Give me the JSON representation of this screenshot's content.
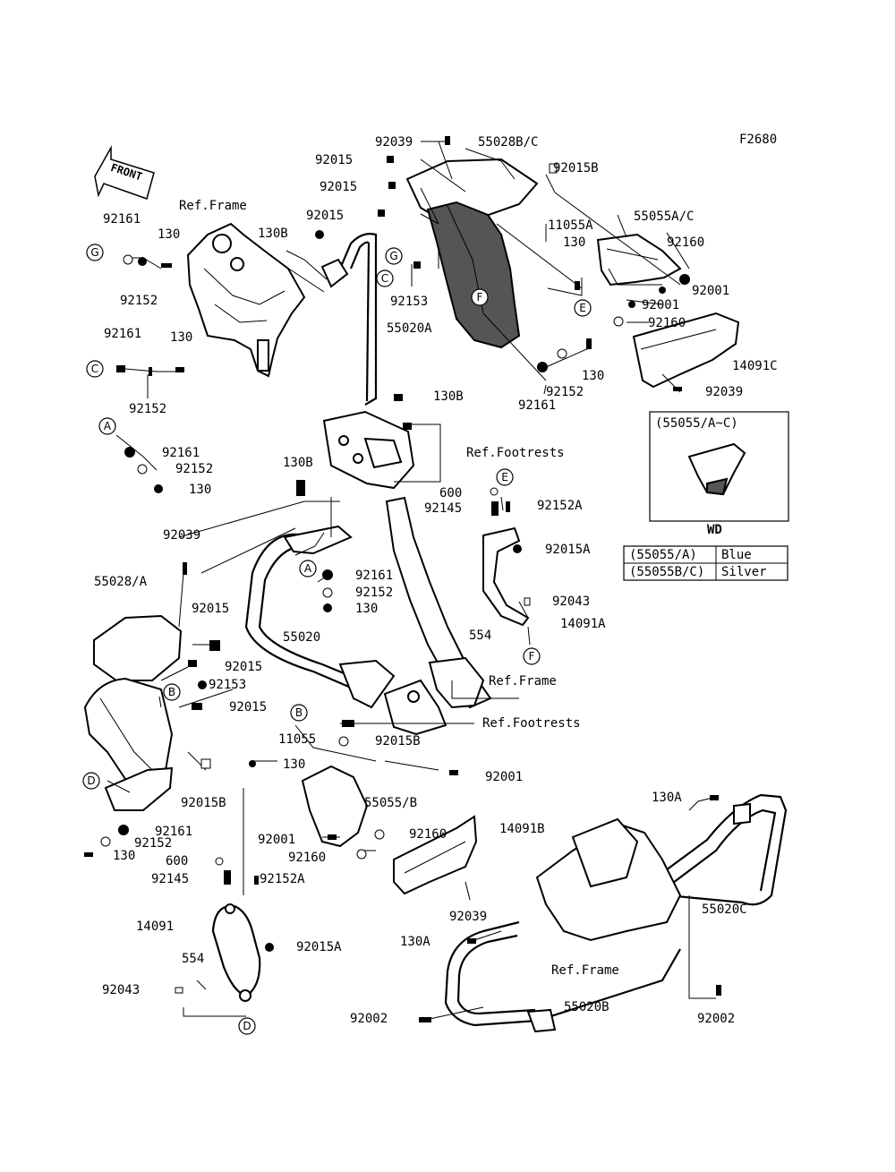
{
  "figure_code": "F2680",
  "front_marker": "FRONT",
  "ref_labels": {
    "frame1": "Ref.Frame",
    "frame2": "Ref.Frame",
    "frame3": "Ref.Frame",
    "footrests1": "Ref.Footrests",
    "footrests2": "Ref.Footrests"
  },
  "inset": {
    "title": "(55055/A~C)",
    "caption": "WD"
  },
  "color_table": [
    {
      "part": "(55055/A)",
      "color": "Blue"
    },
    {
      "part": "(55055B/C)",
      "color": "Silver"
    }
  ],
  "callouts": [
    "A",
    "B",
    "C",
    "D",
    "E",
    "F",
    "G"
  ],
  "part_numbers": {
    "p92039_top": "92039",
    "p55028bc": "55028B/C",
    "p92015_a": "92015",
    "p92015b_top": "92015B",
    "p92015_b": "92015",
    "p92015_c": "92015",
    "p11055a": "11055A",
    "p55055ac": "55055A/C",
    "p130b_top": "130B",
    "p92161_g": "92161",
    "p130_g": "130",
    "p92152_g": "92152",
    "p130_r": "130",
    "p92160_top": "92160",
    "p92153_top": "92153",
    "p92001_a": "92001",
    "p92001_b": "92001",
    "p92160_b": "92160",
    "p55020a": "55020A",
    "p14091c": "14091C",
    "p92161_c": "92161",
    "p130_c": "130",
    "p92152_c": "92152",
    "p130_r2": "130",
    "p92152_r": "92152",
    "p92161_r": "92161",
    "p92039_r": "92039",
    "p130b_mid": "130B",
    "p92161_a": "92161",
    "p92152_a": "92152",
    "p130_a": "130",
    "p130b_low": "130B",
    "p600_top": "600",
    "p92145_top": "92145",
    "p92152a_top": "92152A",
    "p92039_left": "92039",
    "p92015a_top": "92015A",
    "p92161_m": "92161",
    "p92152_m": "92152",
    "p130_m": "130",
    "p55028a": "55028/A",
    "p92043_top": "92043",
    "p14091a": "14091A",
    "p554_top": "554",
    "p92015_d": "92015",
    "p55020": "55020",
    "p92015_e": "92015",
    "p92153_b": "92153",
    "p92015_f": "92015",
    "p11055": "11055",
    "p92015b_mid": "92015B",
    "p130_n": "130",
    "p92001_c": "92001",
    "p92015b_low": "92015B",
    "p55055b": "55055/B",
    "p130a_right": "130A",
    "p92161_d": "92161",
    "p14091b": "14091B",
    "p92152_d": "92152",
    "p130_d": "130",
    "p92001_d": "92001",
    "p92160_c": "92160",
    "p600_low": "600",
    "p92160_d": "92160",
    "p92145_low": "92145",
    "p92152a_low": "92152A",
    "p92039_low": "92039",
    "p14091": "14091",
    "p92015a_low": "92015A",
    "p55020c": "55020C",
    "p130a_low": "130A",
    "p554_low": "554",
    "p92043_low": "92043",
    "p92002_a": "92002",
    "p55020b": "55020B",
    "p92002_b": "92002"
  }
}
